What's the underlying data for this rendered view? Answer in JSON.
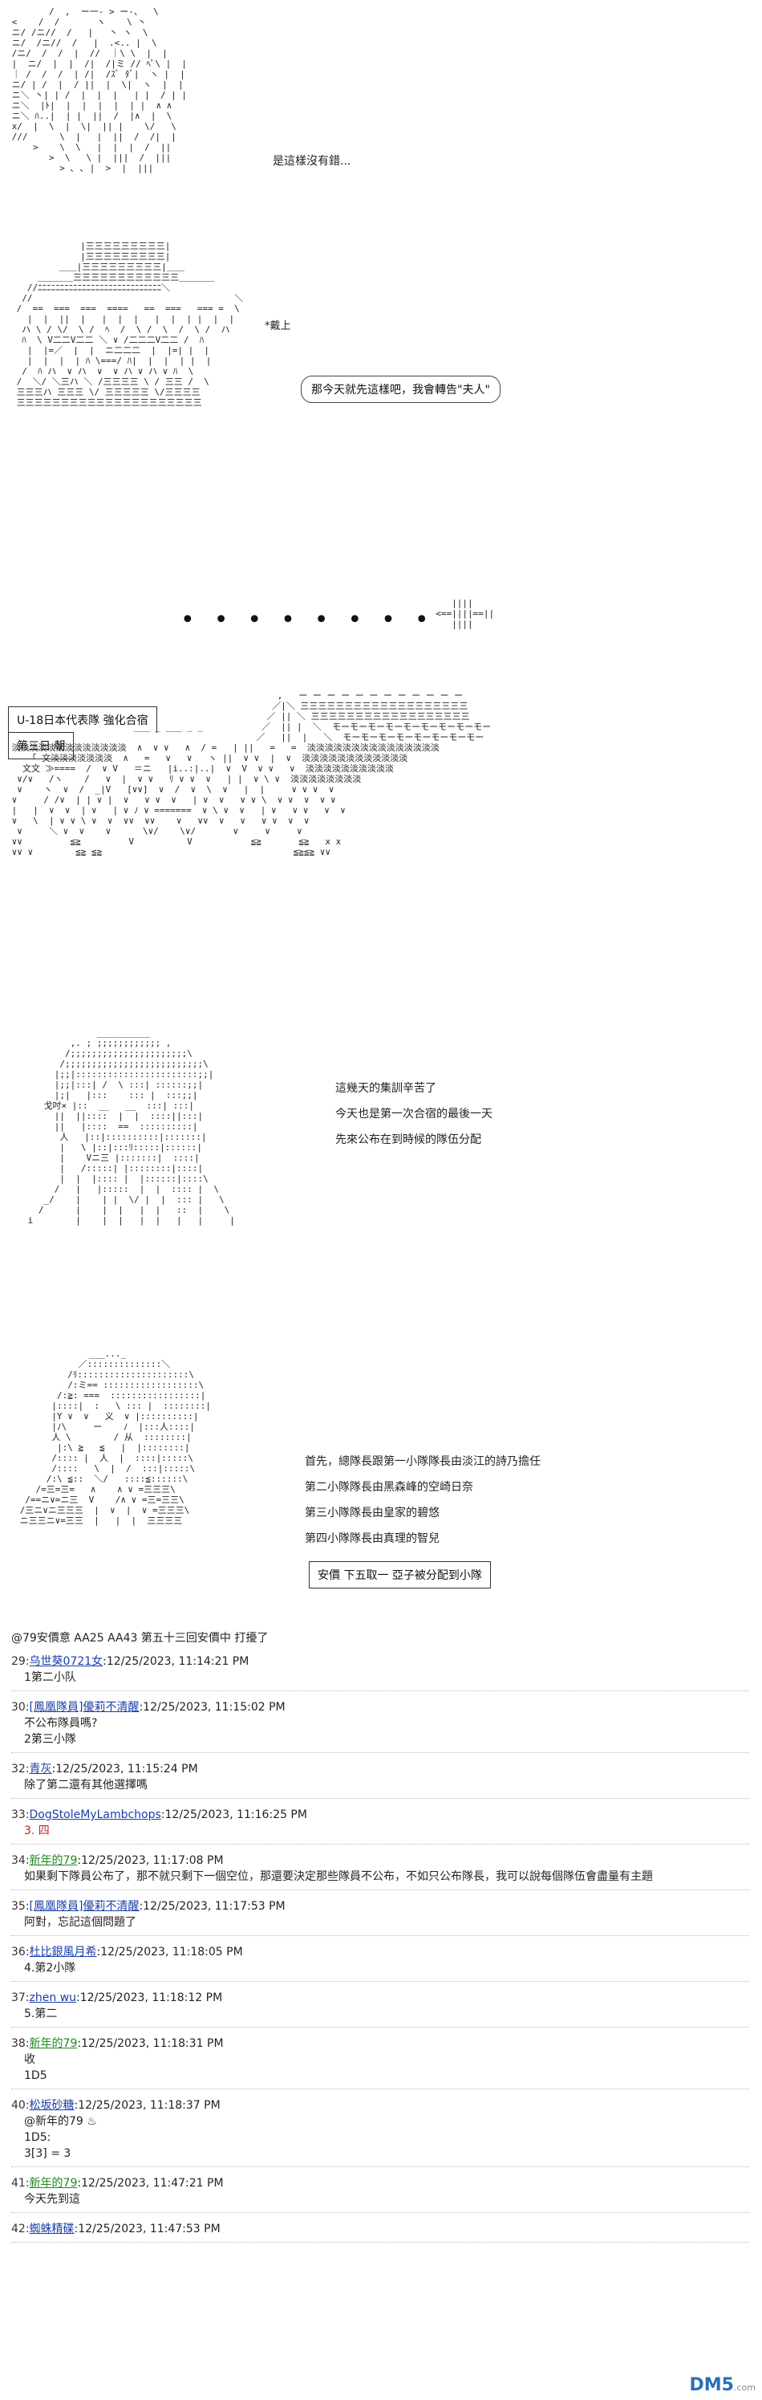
{
  "scene1": {
    "line": "是這樣沒有錯..."
  },
  "scene2": {
    "bubble": "那今天就先這樣吧，我會轉告\"夫人\"",
    "note": "*戴上"
  },
  "scene3": {
    "dots": "••••••••",
    "caption_title": "U-18日本代表隊 強化合宿",
    "caption_sub": "第三日 朝"
  },
  "scene4": {
    "lines": [
      "這幾天的集訓辛苦了",
      "今天也是第一次合宿的最後一天",
      "先來公布在到時候的隊伍分配"
    ]
  },
  "scene5": {
    "lines": [
      "首先，總隊長跟第一小隊隊長由淡江的詩乃擔任",
      "第二小隊隊長由黑森峰的空崎日奈",
      "第三小隊隊長由皇家的碧悠",
      "第四小隊隊長由真理的智兒"
    ],
    "box": "安價 下五取一 亞子被分配到小隊"
  },
  "thread": {
    "first": "@79安價意 AA25 AA43 第五十三回安價中 打擾了",
    "posts": [
      {
        "no": "29:",
        "user": "乌世葵0721女",
        "color": "blue",
        "time": ":12/25/2023, 11:14:21 PM",
        "body": "1第二小队"
      },
      {
        "no": "30:",
        "user": "[鳳凰隊員]優莉不清醒",
        "color": "blue",
        "time": ":12/25/2023, 11:15:02 PM",
        "body": "不公布隊員嗎?\n2第三小隊"
      },
      {
        "no": "32:",
        "user": "青灰",
        "color": "blue",
        "time": ":12/25/2023, 11:15:24 PM",
        "body": "除了第二還有其他選擇嗎"
      },
      {
        "no": "33:",
        "user": "DogStoleMyLambchops",
        "color": "blue",
        "time": ":12/25/2023, 11:16:25 PM",
        "body": "3. 四",
        "bodyRed": true
      },
      {
        "no": "34:",
        "user": "新年的79",
        "color": "green",
        "time": ":12/25/2023, 11:17:08 PM",
        "body": "如果剩下隊員公布了，那不就只剩下一個空位，那還要決定那些隊員不公布，不如只公布隊長，我可以說每個隊伍會盡量有主題"
      },
      {
        "no": "35:",
        "user": "[鳳凰隊員]優莉不清醒",
        "color": "blue",
        "time": ":12/25/2023, 11:17:53 PM",
        "body": "阿對，忘記這個問題了"
      },
      {
        "no": "36:",
        "user": "杜比銀風月希",
        "color": "blue",
        "time": ":12/25/2023, 11:18:05 PM",
        "body": "4.第2小隊"
      },
      {
        "no": "37:",
        "user": "zhen wu",
        "color": "blue",
        "time": ":12/25/2023, 11:18:12 PM",
        "body": "5.第二"
      },
      {
        "no": "38:",
        "user": "新年的79",
        "color": "green",
        "time": ":12/25/2023, 11:18:31 PM",
        "body": "收\n1D5"
      },
      {
        "no": "40:",
        "user": "松坂砂糖",
        "color": "blue",
        "time": ":12/25/2023, 11:18:37 PM",
        "body": "@新年的79 ♨\n1D5:\n3[3] = 3"
      },
      {
        "no": "41:",
        "user": "新年的79",
        "color": "green",
        "time": ":12/25/2023, 11:47:21 PM",
        "body": "今天先到這"
      },
      {
        "no": "42:",
        "user": "蜘蛛精碟",
        "color": "blue",
        "time": ":12/25/2023, 11:47:53 PM",
        "body": ""
      }
    ]
  },
  "logo": {
    "text": "DM5",
    "sub": ".com"
  }
}
